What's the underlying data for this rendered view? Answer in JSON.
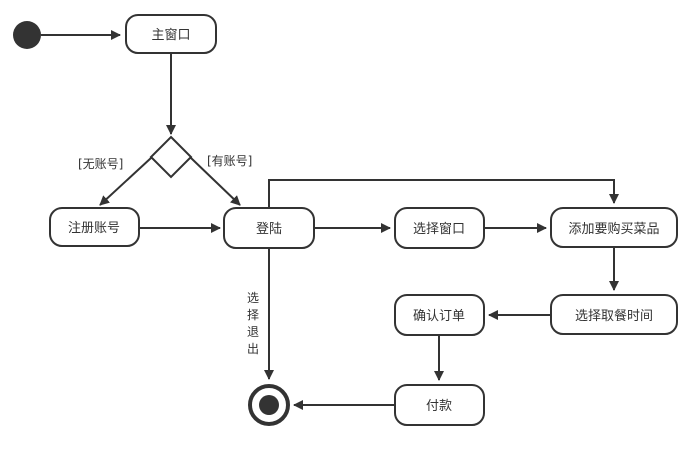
{
  "diagram": {
    "nodes": {
      "main_window": "主窗口",
      "register": "注册账号",
      "login": "登陆",
      "select_window": "选择窗口",
      "add_dishes": "添加要购买菜品",
      "confirm_order": "确认订单",
      "select_time": "选择取餐时间",
      "pay": "付款"
    },
    "guards": {
      "no_account": "[无账号]",
      "has_account": "[有账号]"
    },
    "exit_label": [
      "选",
      "择",
      "退",
      "出"
    ],
    "colors": {
      "stroke": "#333333",
      "fill": "#ffffff"
    }
  }
}
